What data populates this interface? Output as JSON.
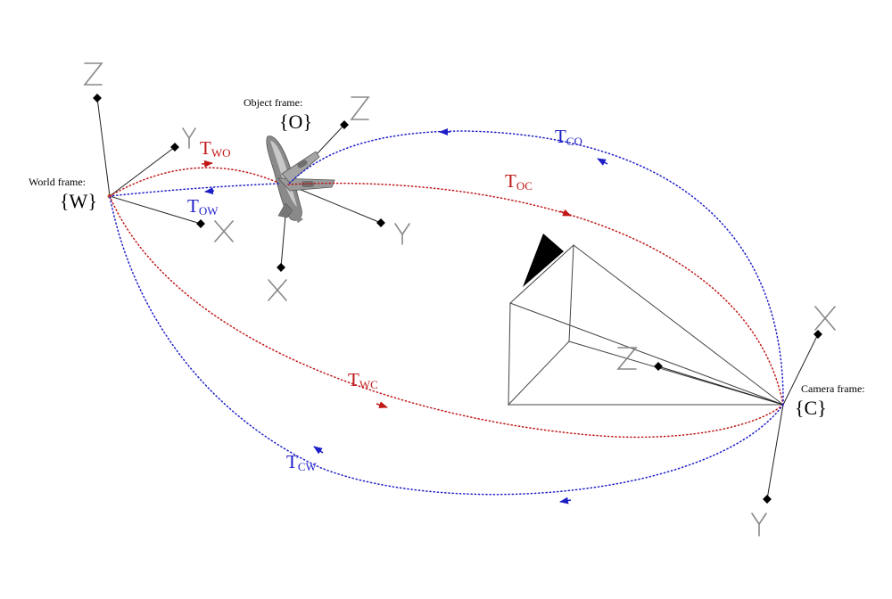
{
  "frames": {
    "world": {
      "caption": "World frame:",
      "name": "{W}"
    },
    "object": {
      "caption": "Object frame:",
      "name": "{O}"
    },
    "camera": {
      "caption": "Camera frame:",
      "name": "{C}"
    }
  },
  "transforms": {
    "two": {
      "main": "T",
      "sub": "WO"
    },
    "tow": {
      "main": "T",
      "sub": "OW"
    },
    "toc": {
      "main": "T",
      "sub": "OC"
    },
    "tco": {
      "main": "T",
      "sub": "CO"
    },
    "twc": {
      "main": "T",
      "sub": "WC"
    },
    "tcw": {
      "main": "T",
      "sub": "CW"
    }
  },
  "colors": {
    "red": "#c01818",
    "blue": "#1e1ec8"
  },
  "icons": {
    "object": "airplane-icon",
    "camera": "camera-frustum-icon"
  }
}
